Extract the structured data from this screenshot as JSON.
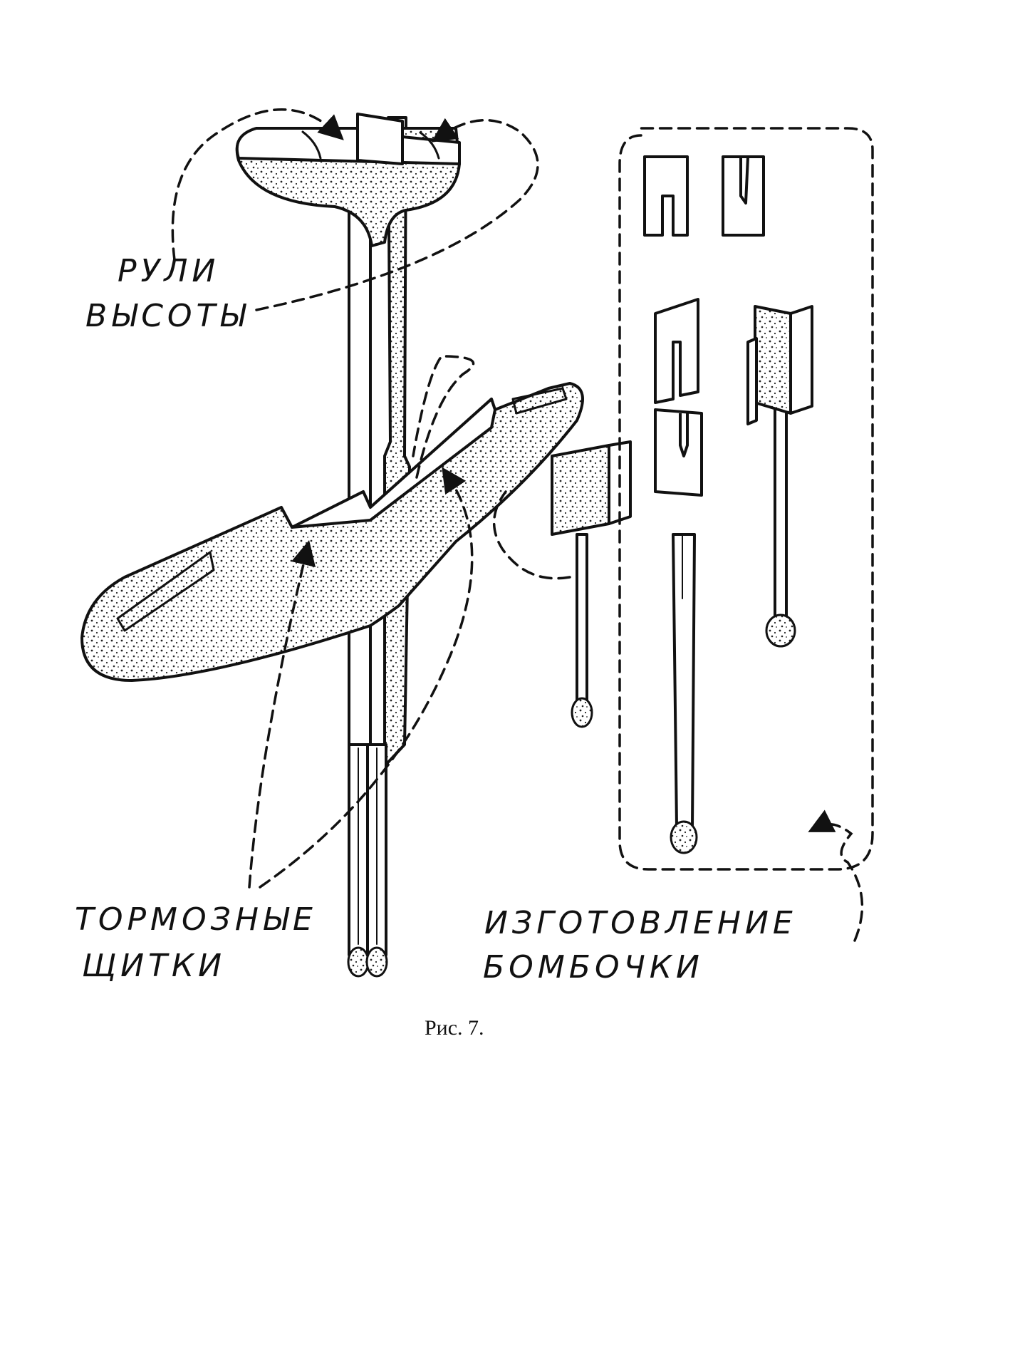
{
  "labels": {
    "elevators_line1": "РУЛИ",
    "elevators_line2": "ВЫСОТЫ",
    "brakes_line1": "ТОРМОЗНЫЕ",
    "brakes_line2": "ЩИТКИ",
    "bomb_line1": "ИЗГОТОВЛЕНИЕ",
    "bomb_line2": "БОМБОЧКИ"
  },
  "caption": "Рис. 7."
}
